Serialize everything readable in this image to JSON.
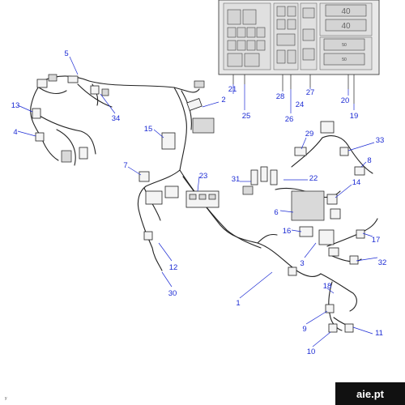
{
  "inset": {
    "fuse_labels": [
      "40",
      "40",
      "50",
      "50"
    ]
  },
  "callouts": [
    {
      "num": "1"
    },
    {
      "num": "2"
    },
    {
      "num": "3"
    },
    {
      "num": "4"
    },
    {
      "num": "5"
    },
    {
      "num": "6"
    },
    {
      "num": "7"
    },
    {
      "num": "8"
    },
    {
      "num": "9"
    },
    {
      "num": "10"
    },
    {
      "num": "11"
    },
    {
      "num": "12"
    },
    {
      "num": "13"
    },
    {
      "num": "14"
    },
    {
      "num": "15"
    },
    {
      "num": "16"
    },
    {
      "num": "17"
    },
    {
      "num": "18"
    },
    {
      "num": "19"
    },
    {
      "num": "20"
    },
    {
      "num": "21"
    },
    {
      "num": "22"
    },
    {
      "num": "23"
    },
    {
      "num": "24"
    },
    {
      "num": "25"
    },
    {
      "num": "26"
    },
    {
      "num": "27"
    },
    {
      "num": "28"
    },
    {
      "num": "29"
    },
    {
      "num": "30"
    },
    {
      "num": "31"
    },
    {
      "num": "32"
    },
    {
      "num": "33"
    },
    {
      "num": "34"
    }
  ],
  "corner_mark": "y",
  "watermark": "aie.pt"
}
